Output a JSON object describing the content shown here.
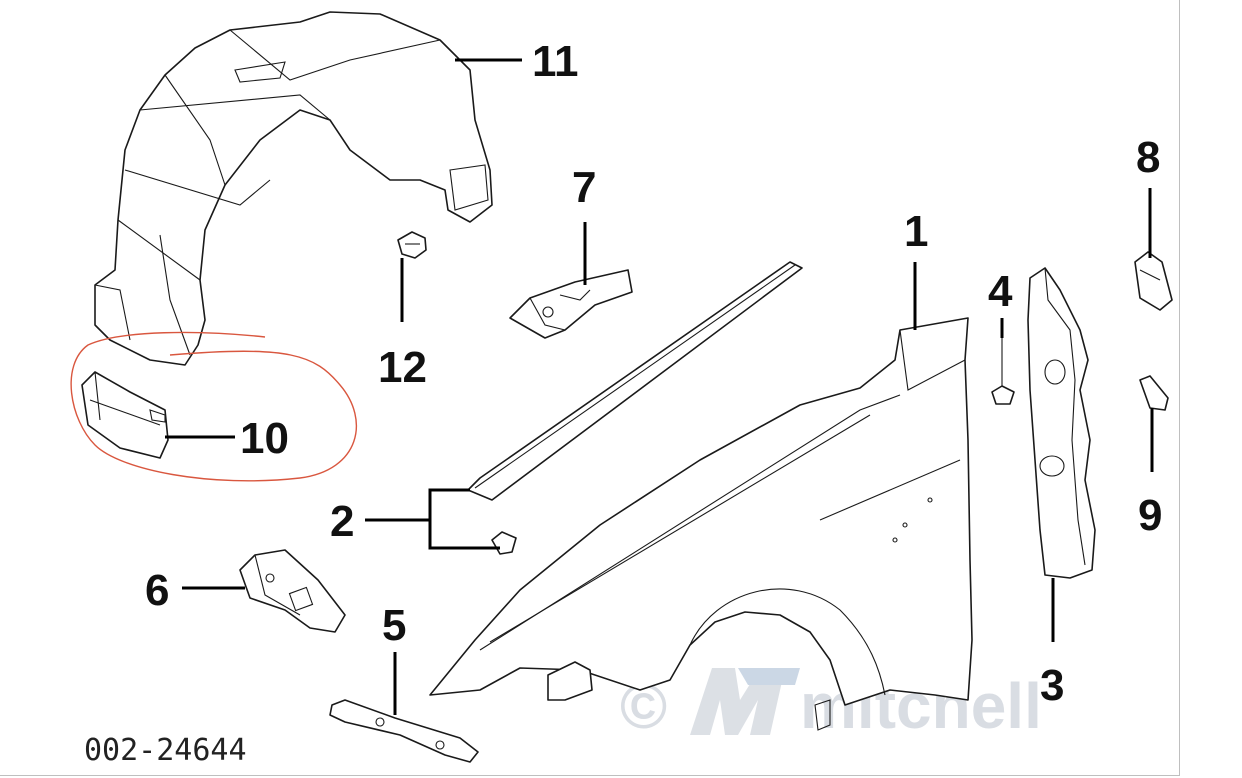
{
  "figure_number": "002-24644",
  "watermark": {
    "copyright_symbol": "©",
    "brand": "mitchell",
    "color": "#d9dde3"
  },
  "highlight_color": "#d9573f",
  "callouts": {
    "c1": "1",
    "c2": "2",
    "c3": "3",
    "c4": "4",
    "c5": "5",
    "c6": "6",
    "c7": "7",
    "c8": "8",
    "c9": "9",
    "c10": "10",
    "c11": "11",
    "c12": "12"
  },
  "highlighted_callout": "10"
}
